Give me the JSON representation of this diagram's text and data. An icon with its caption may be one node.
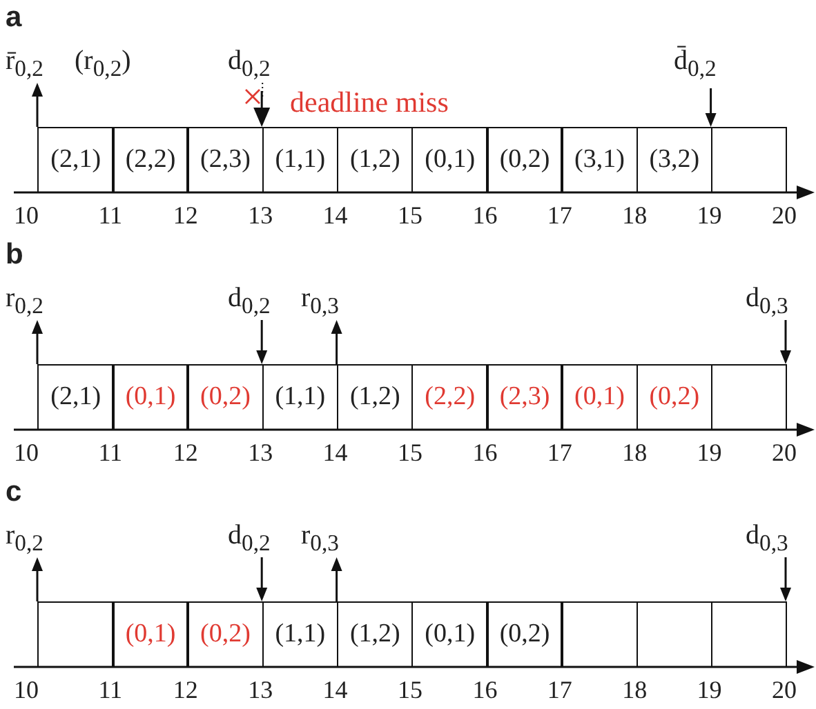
{
  "diagram": {
    "nodes": [
      {
        "text": [
          "(2,1)"
        ]
      },
      {
        "text": [
          "(2,2)"
        ]
      },
      {
        "text": [
          "(2,3)"
        ]
      },
      {
        "text": [
          "(1,1)"
        ]
      },
      {
        "text": [
          "(1,2)"
        ]
      },
      {
        "text": [
          "(0,1)"
        ]
      },
      {
        "text": [
          "(0,2)"
        ]
      },
      {
        "text": [
          "(3,1)"
        ]
      },
      {
        "text": [
          "(3,2)"
        ]
      },
      {
        "text": [],
        "shape": "box"
      },
      {
        "text": [
          "(2,1)"
        ]
      },
      {
        "text": [
          "(0,1)"
        ]
      },
      {
        "text": [
          "(0,2)"
        ]
      },
      {
        "text": [
          "(1,1)"
        ]
      },
      {
        "text": [
          "(1,2)"
        ]
      },
      {
        "text": [
          "(2,2)"
        ]
      },
      {
        "text": [
          "(2,3)"
        ]
      },
      {
        "text": [
          "(0,1)"
        ]
      },
      {
        "text": [
          "(0,2)"
        ]
      },
      {
        "text": [],
        "shape": "box"
      },
      {
        "text": [],
        "shape": "box"
      },
      {
        "text": [
          "(0,1)"
        ]
      },
      {
        "text": [
          "(0,2)"
        ]
      },
      {
        "text": [
          "(1,1)"
        ]
      },
      {
        "text": [
          "(1,2)"
        ]
      },
      {
        "text": [
          "(0,1)"
        ]
      },
      {
        "text": [
          "(0,2)"
        ]
      },
      {
        "text": [],
        "shape": "box"
      },
      {
        "text": [],
        "shape": "box"
      },
      {
        "text": [],
        "shape": "box"
      }
    ],
    "edges": [],
    "labels": [
      "a",
      "r̄$_{0,2}$",
      "(r$_{0,2}$)",
      "d$_{0,2}$",
      "deadline miss",
      "d̄$_{0,2}$",
      "10",
      "11",
      "12",
      "13",
      "14",
      "15",
      "16",
      "17",
      "18",
      "19",
      "20",
      "b",
      "r$_{0,2}$",
      "d$_{0,2}$",
      "r$_{0,3}$",
      "d$_{0,3}$",
      "10",
      "11",
      "12",
      "13",
      "14",
      "15",
      "16",
      "17",
      "18",
      "19",
      "20",
      "c",
      "r$_{0,2}$",
      "d$_{0,2}$",
      "r$_{0,3}$",
      "d$_{0,3}$",
      "10",
      "11",
      "12",
      "13",
      "14",
      "15",
      "16",
      "17",
      "18",
      "19",
      "20"
    ]
  }
}
